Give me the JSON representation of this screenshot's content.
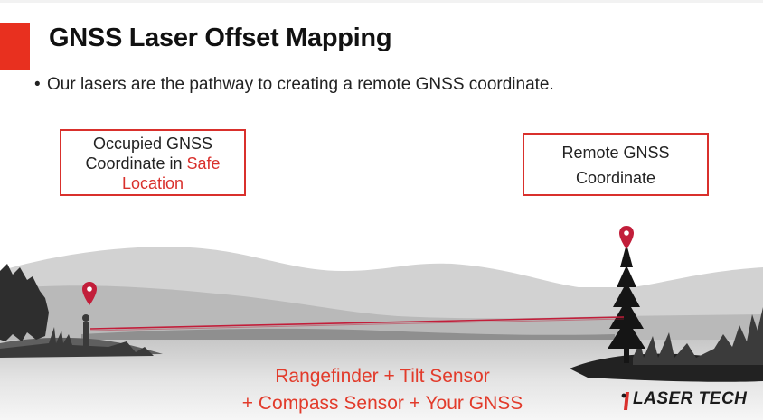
{
  "title": "GNSS Laser Offset Mapping",
  "bullet": "Our lasers are the pathway to creating a remote GNSS coordinate.",
  "callout_left": {
    "line1": "Occupied GNSS",
    "line2_prefix": "Coordinate in ",
    "line2_highlight": "Safe",
    "line3_highlight": "Location"
  },
  "callout_right": {
    "line1": "Remote GNSS",
    "line2": "Coordinate"
  },
  "formula": {
    "line1": "Rangefinder + Tilt Sensor",
    "line2": "+ Compass Sensor + Your GNSS"
  },
  "logo": {
    "text": "LASER TECH"
  },
  "colors": {
    "accent": "#e8301f",
    "highlight": "#d9302c",
    "laser": "#c21e3a"
  },
  "icons": [
    "map-pin-icon",
    "map-pin-icon"
  ]
}
